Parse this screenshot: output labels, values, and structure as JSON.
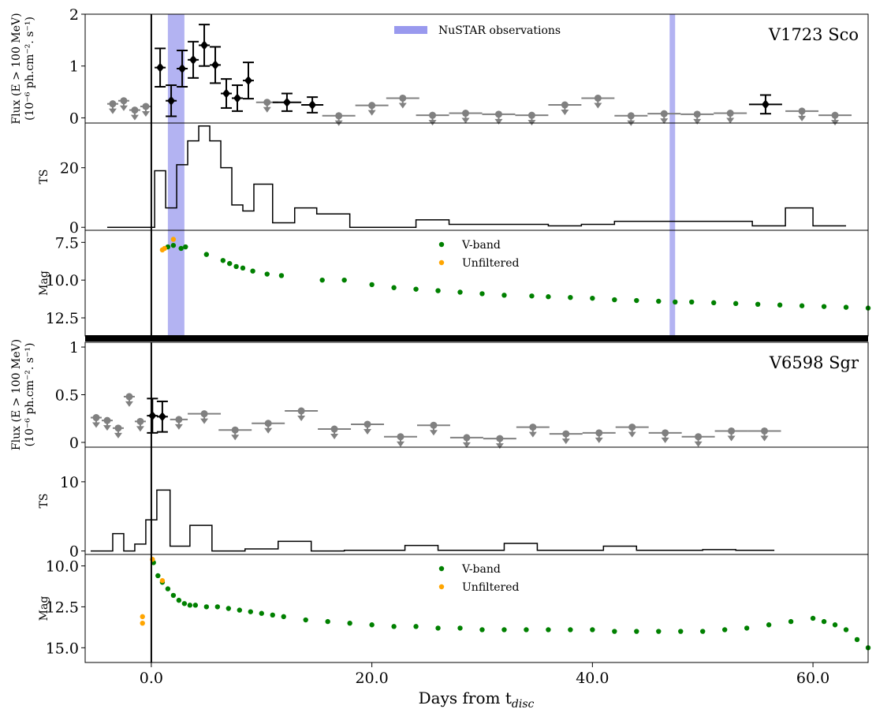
{
  "figure": {
    "xlabel": "Days from t",
    "xlabel_sub": "disc",
    "xticks": [
      "0.0",
      "20.0",
      "40.0",
      "60.0"
    ],
    "colors": {
      "detection": "#000000",
      "upper_limit": "#808080",
      "vband": "#008000",
      "unfiltered": "#ffa500",
      "nustar": "#9999ee"
    }
  },
  "chart_data": [
    {
      "type": "scatter",
      "id": "sco_flux",
      "title": "V1723 Sco",
      "ylabel_lines": [
        "Flux (E > 100 MeV)",
        "(10⁻⁶ ph.cm⁻². s⁻¹)"
      ],
      "xlim": [
        -6,
        65
      ],
      "ylim": [
        -0.1,
        2.0
      ],
      "yticks": [
        "0",
        "1",
        "2"
      ],
      "legend": {
        "label": "NuSTAR observations",
        "position": "top-center"
      },
      "nustar_bands": [
        [
          1.5,
          3.0
        ],
        [
          47.0,
          47.5
        ]
      ],
      "detections": [
        {
          "x": 0.8,
          "xerr": 0.5,
          "y": 0.97,
          "yerr": 0.37
        },
        {
          "x": 1.8,
          "xerr": 0.5,
          "y": 0.33,
          "yerr": 0.3
        },
        {
          "x": 2.8,
          "xerr": 0.5,
          "y": 0.95,
          "yerr": 0.35
        },
        {
          "x": 3.8,
          "xerr": 0.5,
          "y": 1.12,
          "yerr": 0.35
        },
        {
          "x": 4.8,
          "xerr": 0.5,
          "y": 1.4,
          "yerr": 0.4
        },
        {
          "x": 5.8,
          "xerr": 0.5,
          "y": 1.02,
          "yerr": 0.35
        },
        {
          "x": 6.8,
          "xerr": 0.5,
          "y": 0.47,
          "yerr": 0.28
        },
        {
          "x": 7.8,
          "xerr": 0.5,
          "y": 0.38,
          "yerr": 0.25
        },
        {
          "x": 8.8,
          "xerr": 0.5,
          "y": 0.72,
          "yerr": 0.35
        },
        {
          "x": 12.3,
          "xerr": 1.3,
          "y": 0.3,
          "yerr": 0.17
        },
        {
          "x": 14.6,
          "xerr": 1.0,
          "y": 0.25,
          "yerr": 0.15
        },
        {
          "x": 55.7,
          "xerr": 1.5,
          "y": 0.26,
          "yerr": 0.18
        }
      ],
      "upper_limits": [
        {
          "x": -3.5,
          "xerr": 0.5,
          "y": 0.27
        },
        {
          "x": -2.5,
          "xerr": 0.5,
          "y": 0.33
        },
        {
          "x": -1.5,
          "xerr": 0.5,
          "y": 0.15
        },
        {
          "x": -0.5,
          "xerr": 0.5,
          "y": 0.22
        },
        {
          "x": 10.5,
          "xerr": 1.0,
          "y": 0.3
        },
        {
          "x": 17.0,
          "xerr": 1.5,
          "y": 0.04
        },
        {
          "x": 20.0,
          "xerr": 1.5,
          "y": 0.24
        },
        {
          "x": 22.8,
          "xerr": 1.5,
          "y": 0.38
        },
        {
          "x": 25.5,
          "xerr": 1.5,
          "y": 0.05
        },
        {
          "x": 28.5,
          "xerr": 1.5,
          "y": 0.09
        },
        {
          "x": 31.5,
          "xerr": 1.5,
          "y": 0.07
        },
        {
          "x": 34.5,
          "xerr": 1.5,
          "y": 0.05
        },
        {
          "x": 37.5,
          "xerr": 1.5,
          "y": 0.25
        },
        {
          "x": 40.5,
          "xerr": 1.5,
          "y": 0.38
        },
        {
          "x": 43.5,
          "xerr": 1.5,
          "y": 0.04
        },
        {
          "x": 46.5,
          "xerr": 1.5,
          "y": 0.08
        },
        {
          "x": 49.5,
          "xerr": 1.5,
          "y": 0.07
        },
        {
          "x": 52.5,
          "xerr": 1.5,
          "y": 0.09
        },
        {
          "x": 59.0,
          "xerr": 1.5,
          "y": 0.13
        },
        {
          "x": 62.0,
          "xerr": 1.5,
          "y": 0.05
        }
      ]
    },
    {
      "type": "line",
      "id": "sco_ts",
      "ylabel_lines": [
        "TS"
      ],
      "xlim": [
        -6,
        65
      ],
      "ylim": [
        -1,
        35
      ],
      "yticks": [
        "0",
        "20"
      ],
      "step": {
        "x": [
          -4,
          0,
          0.3,
          1.3,
          2.3,
          3.3,
          4.3,
          5.3,
          6.3,
          7.3,
          8.3,
          9.3,
          11.0,
          13.0,
          15.0,
          18.0,
          24.0,
          27.0,
          36.0,
          39.0,
          42.0,
          54.5,
          57.5,
          60.0,
          63.0
        ],
        "y": [
          0,
          0,
          19,
          6.5,
          21,
          29,
          34,
          29,
          20,
          7.5,
          5.5,
          14.5,
          1.5,
          6.5,
          4.5,
          0,
          2.5,
          1,
          0.5,
          1,
          2,
          0.5,
          6.5,
          0.5,
          0.8,
          0.8
        ]
      }
    },
    {
      "type": "scatter",
      "id": "sco_mag",
      "ylabel_lines": [
        "Mag"
      ],
      "xlim": [
        -6,
        65
      ],
      "ylim": [
        13.7,
        6.7
      ],
      "yreversed": true,
      "yticks": [
        "7.5",
        "10.0",
        "12.5"
      ],
      "legend": {
        "entries": [
          "V-band",
          "Unfiltered"
        ],
        "position": "top-center"
      },
      "series": [
        {
          "name": "V-band",
          "x": [
            1.5,
            2.0,
            2.7,
            3.1,
            5.0,
            6.5,
            7.1,
            7.7,
            8.3,
            9.2,
            10.5,
            11.8,
            15.5,
            17.5,
            20.0,
            22.0,
            24.0,
            26.0,
            28.0,
            30.0,
            32.0,
            34.5,
            36.0,
            38.0,
            40.0,
            42.0,
            44.0,
            46.0,
            47.5,
            49.0,
            51.0,
            53.0,
            55.0,
            57.0,
            59.0,
            61.0,
            63.0,
            65.0
          ],
          "y": [
            7.8,
            7.7,
            7.9,
            7.8,
            8.3,
            8.7,
            8.9,
            9.1,
            9.2,
            9.4,
            9.6,
            9.7,
            10.0,
            10.0,
            10.3,
            10.5,
            10.6,
            10.7,
            10.8,
            10.9,
            11.0,
            11.05,
            11.1,
            11.15,
            11.2,
            11.3,
            11.35,
            11.4,
            11.45,
            11.45,
            11.5,
            11.55,
            11.6,
            11.65,
            11.7,
            11.75,
            11.8,
            11.85
          ]
        },
        {
          "name": "Unfiltered",
          "x": [
            1.0,
            1.2,
            2.0
          ],
          "y": [
            8.0,
            7.9,
            7.3
          ]
        }
      ]
    },
    {
      "type": "scatter",
      "id": "sgr_flux",
      "title": "V6598 Sgr",
      "ylabel_lines": [
        "Flux (E > 100 MeV)",
        "(10⁻⁶ ph.cm⁻². s⁻¹)"
      ],
      "xlim": [
        -6,
        65
      ],
      "ylim": [
        -0.05,
        1.05
      ],
      "yticks": [
        "0",
        "0.5",
        "1"
      ],
      "detections": [
        {
          "x": 0.1,
          "xerr": 0.5,
          "y": 0.28,
          "yerr": 0.18
        },
        {
          "x": 1.0,
          "xerr": 0.5,
          "y": 0.27,
          "yerr": 0.16
        }
      ],
      "upper_limits": [
        {
          "x": -5.0,
          "xerr": 0.5,
          "y": 0.26
        },
        {
          "x": -4.0,
          "xerr": 0.5,
          "y": 0.23
        },
        {
          "x": -3.0,
          "xerr": 0.5,
          "y": 0.15
        },
        {
          "x": -2.0,
          "xerr": 0.5,
          "y": 0.48
        },
        {
          "x": -1.0,
          "xerr": 0.5,
          "y": 0.22
        },
        {
          "x": 2.5,
          "xerr": 0.8,
          "y": 0.24
        },
        {
          "x": 4.8,
          "xerr": 1.5,
          "y": 0.3
        },
        {
          "x": 7.6,
          "xerr": 1.5,
          "y": 0.13
        },
        {
          "x": 10.6,
          "xerr": 1.5,
          "y": 0.2
        },
        {
          "x": 13.6,
          "xerr": 1.5,
          "y": 0.33
        },
        {
          "x": 16.6,
          "xerr": 1.5,
          "y": 0.14
        },
        {
          "x": 19.6,
          "xerr": 1.5,
          "y": 0.19
        },
        {
          "x": 22.6,
          "xerr": 1.5,
          "y": 0.06
        },
        {
          "x": 25.6,
          "xerr": 1.5,
          "y": 0.18
        },
        {
          "x": 28.6,
          "xerr": 1.5,
          "y": 0.05
        },
        {
          "x": 31.6,
          "xerr": 1.5,
          "y": 0.04
        },
        {
          "x": 34.6,
          "xerr": 1.5,
          "y": 0.16
        },
        {
          "x": 37.6,
          "xerr": 1.5,
          "y": 0.09
        },
        {
          "x": 40.6,
          "xerr": 1.5,
          "y": 0.1
        },
        {
          "x": 43.6,
          "xerr": 1.5,
          "y": 0.16
        },
        {
          "x": 46.6,
          "xerr": 1.5,
          "y": 0.1
        },
        {
          "x": 49.6,
          "xerr": 1.5,
          "y": 0.06
        },
        {
          "x": 52.6,
          "xerr": 1.5,
          "y": 0.12
        },
        {
          "x": 55.6,
          "xerr": 1.5,
          "y": 0.12
        }
      ]
    },
    {
      "type": "line",
      "id": "sgr_ts",
      "ylabel_lines": [
        "TS"
      ],
      "xlim": [
        -6,
        65
      ],
      "ylim": [
        -0.5,
        15
      ],
      "yticks": [
        "0",
        "10"
      ],
      "step": {
        "x": [
          -5.5,
          -3.5,
          -2.5,
          -1.5,
          -0.5,
          0.5,
          1.7,
          3.5,
          5.5,
          8.5,
          11.5,
          14.5,
          17.5,
          23.0,
          26.0,
          32.0,
          35.0,
          41.0,
          44.0,
          50.0,
          53.0,
          56.5
        ],
        "y": [
          0,
          2.5,
          0,
          1,
          4.5,
          8.8,
          0.7,
          3.7,
          0,
          0.3,
          1.4,
          0,
          0.1,
          0.8,
          0.1,
          1.1,
          0.1,
          0.7,
          0.1,
          0.2,
          0.1
        ]
      }
    },
    {
      "type": "scatter",
      "id": "sgr_mag",
      "ylabel_lines": [
        "Mag"
      ],
      "xlim": [
        -6,
        65
      ],
      "ylim": [
        15.9,
        9.3
      ],
      "yreversed": true,
      "yticks": [
        "10.0",
        "12.5",
        "15.0"
      ],
      "legend": {
        "entries": [
          "V-band",
          "Unfiltered"
        ],
        "position": "top-center"
      },
      "series": [
        {
          "name": "V-band",
          "x": [
            0.2,
            0.6,
            1.0,
            1.5,
            2.0,
            2.5,
            3.0,
            3.5,
            4.0,
            5.0,
            6.0,
            7.0,
            8.0,
            9.0,
            10.0,
            11.0,
            12.0,
            14.0,
            16.0,
            18.0,
            20.0,
            22.0,
            24.0,
            26.0,
            28.0,
            30.0,
            32.0,
            34.0,
            36.0,
            38.0,
            40.0,
            42.0,
            44.0,
            46.0,
            48.0,
            50.0,
            52.0,
            54.0,
            56.0,
            58.0,
            60.0,
            61.0,
            62.0,
            63.0,
            64.0,
            65.0
          ],
          "y": [
            9.8,
            10.6,
            11.0,
            11.4,
            11.8,
            12.1,
            12.3,
            12.4,
            12.4,
            12.5,
            12.5,
            12.6,
            12.7,
            12.8,
            12.9,
            13.0,
            13.1,
            13.3,
            13.4,
            13.5,
            13.6,
            13.7,
            13.7,
            13.8,
            13.8,
            13.9,
            13.9,
            13.9,
            13.9,
            13.9,
            13.9,
            14.0,
            14.0,
            14.0,
            14.0,
            14.0,
            13.9,
            13.8,
            13.6,
            13.4,
            13.2,
            13.4,
            13.6,
            13.9,
            14.5,
            15.0
          ]
        },
        {
          "name": "Unfiltered",
          "x": [
            -0.8,
            -0.8,
            0.1,
            1.0
          ],
          "y": [
            13.1,
            13.5,
            9.6,
            10.9
          ]
        }
      ]
    }
  ]
}
